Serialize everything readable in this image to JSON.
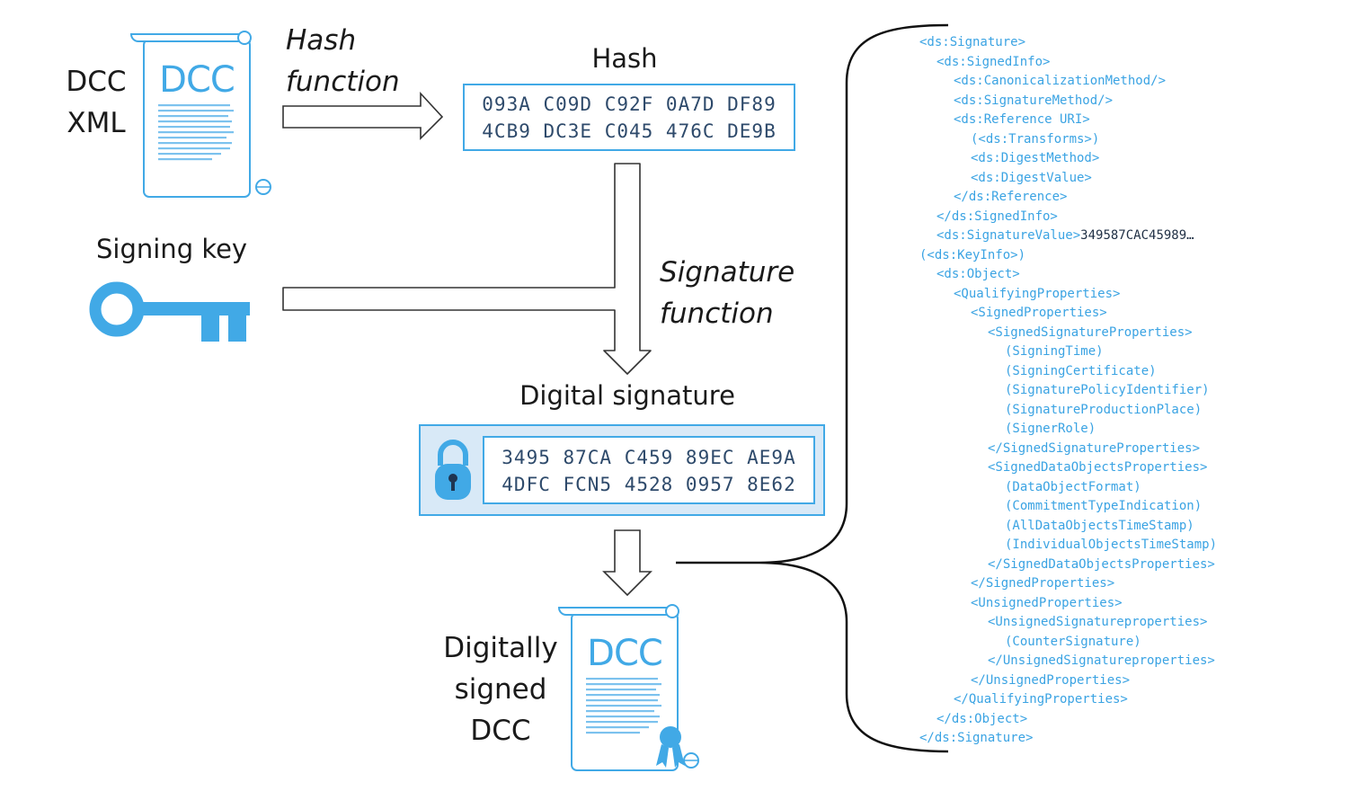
{
  "labels": {
    "dcc_xml_line1": "DCC",
    "dcc_xml_line2": "XML",
    "hash_function_line1": "Hash",
    "hash_function_line2": "function",
    "hash_title": "Hash",
    "signing_key": "Signing key",
    "signature_function_line1": "Signature",
    "signature_function_line2": "function",
    "digital_signature_title": "Digital signature",
    "signed_line1": "Digitally",
    "signed_line2": "signed",
    "signed_line3": "DCC"
  },
  "documents": {
    "source_doc_text": "DCC",
    "signed_doc_text": "DCC"
  },
  "hash": {
    "line1": "093A C09D C92F 0A7D DF89",
    "line2": "4CB9 DC3E C045 476C DE9B"
  },
  "signature": {
    "line1": "3495 87CA C459 89EC AE9A",
    "line2": "4DFC FCN5 4528 0957 8E62"
  },
  "xml_lines": [
    "<ds:Signature>",
    "<ds:SignedInfo>",
    "<ds:CanonicalizationMethod/>",
    "<ds:SignatureMethod/>",
    "<ds:Reference URI>",
    "(<ds:Transforms>)",
    "<ds:DigestMethod>",
    "<ds:DigestValue>",
    "</ds:Reference>",
    "</ds:SignedInfo>",
    "<ds:SignatureValue>",
    "(<ds:KeyInfo>)",
    "<ds:Object>",
    "<QualifyingProperties>",
    "<SignedProperties>",
    "<SignedSignatureProperties>",
    "(SigningTime)",
    "(SigningCertificate)",
    "(SignaturePolicyIdentifier)",
    "(SignatureProductionPlace)",
    "(SignerRole)",
    "</SignedSignatureProperties>",
    "<SignedDataObjectsProperties>",
    "(DataObjectFormat)",
    "(CommitmentTypeIndication)",
    "(AllDataObjectsTimeStamp)",
    "(IndividualObjectsTimeStamp)",
    "</SignedDataObjectsProperties>",
    "</SignedProperties>",
    "<UnsignedProperties>",
    "<UnsignedSignatureproperties>",
    "(CounterSignature)",
    "</UnsignedSignatureproperties>",
    "</UnsignedProperties>",
    "</QualifyingProperties>",
    "</ds:Object>",
    "</ds:Signature>"
  ],
  "xml_signature_value": "349587CAC45989…",
  "colors": {
    "accent_blue": "#41a9e6",
    "panel_fill": "#d8e9f7",
    "xml_text": "#3aa3e3",
    "hex_text": "#2e4a6b"
  }
}
